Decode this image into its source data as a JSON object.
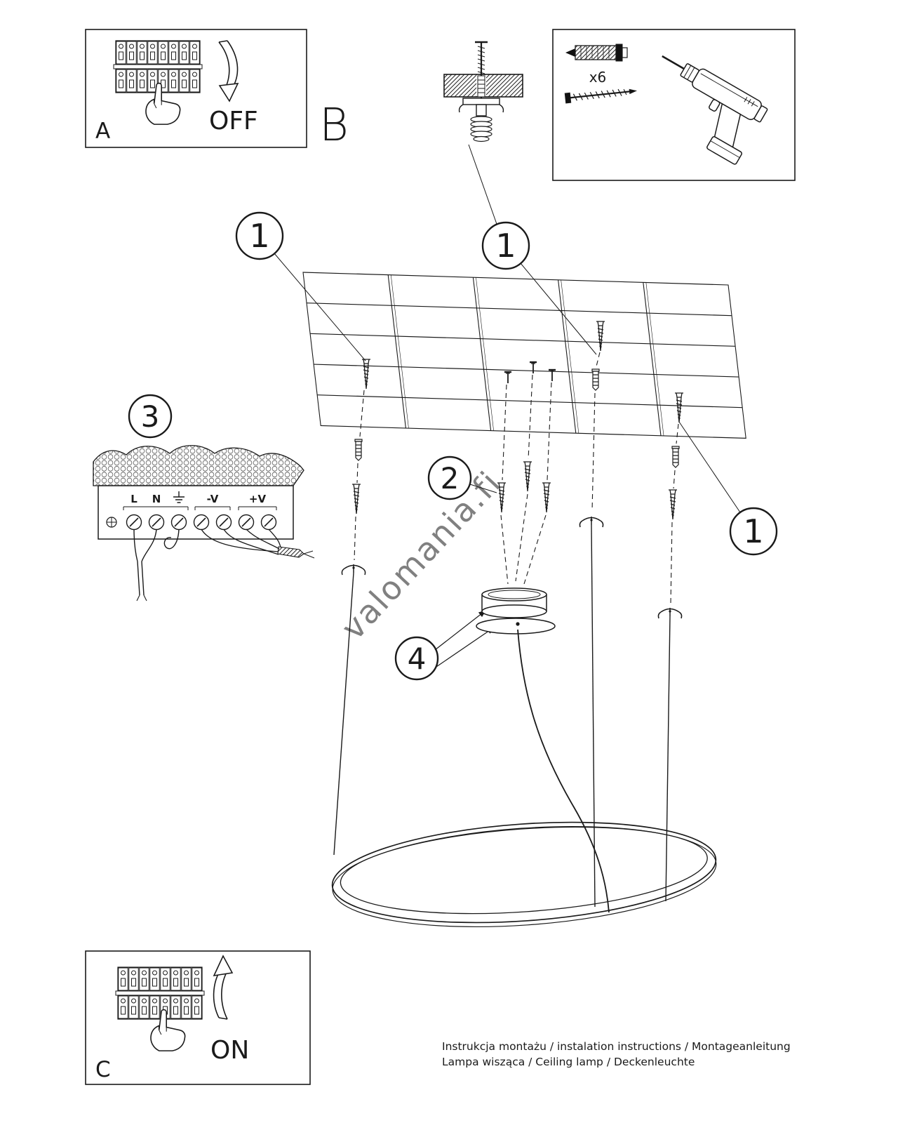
{
  "doc": {
    "watermark": "valomania.fi",
    "footer": {
      "line1": "Instrukcja montażu / instalation instructions / Montageanleitung",
      "line2": "Lampa wisząca / Ceiling lamp / Deckenleuchte"
    }
  },
  "panels": {
    "a": {
      "label": "A",
      "action": "OFF"
    },
    "b": {
      "label": "B"
    },
    "c": {
      "label": "C",
      "action": "ON"
    }
  },
  "callouts": {
    "step1": "1",
    "step2": "2",
    "step3": "3",
    "step4": "4"
  },
  "hardware": {
    "anchor_count": "x6"
  },
  "wiring": {
    "labels": {
      "l": "L",
      "n": "N",
      "neg": "-V",
      "pos": "+V"
    }
  }
}
